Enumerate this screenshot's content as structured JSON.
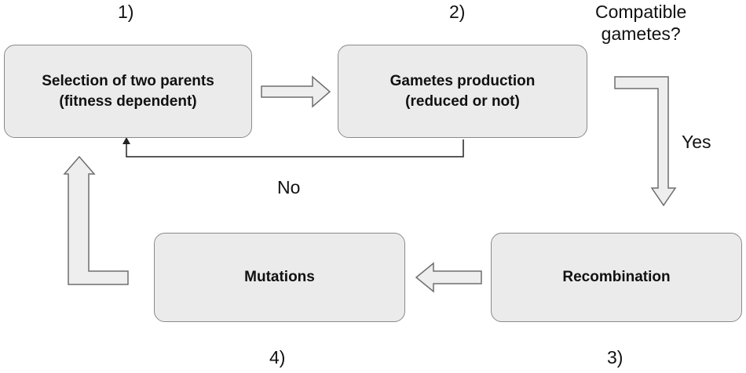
{
  "steps": {
    "s1": "1)",
    "s2": "2)",
    "s3": "3)",
    "s4": "4)"
  },
  "boxes": {
    "selection": {
      "line1": "Selection of two parents",
      "line2": "(fitness dependent)"
    },
    "gametes": {
      "line1": "Gametes production",
      "line2": "(reduced or not)"
    },
    "recombination": {
      "label": "Recombination"
    },
    "mutations": {
      "label": "Mutations"
    }
  },
  "decision": {
    "question_line1": "Compatible",
    "question_line2": "gametes?",
    "yes": "Yes",
    "no": "No"
  },
  "colors": {
    "box_fill": "#ebebeb",
    "box_border": "#8a8a8a",
    "arrow_fill": "#eeeeee",
    "arrow_stroke": "#6e6e6e",
    "line": "#222222"
  }
}
